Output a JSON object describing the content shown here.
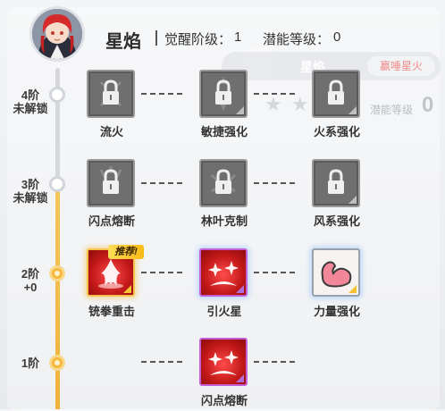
{
  "header": {
    "character_name": "星焰",
    "awakening_label": "觉醒阶级：",
    "awakening_value": "1",
    "potential_label": "潜能等级：",
    "potential_value": "0"
  },
  "background_panel": {
    "name": "星焰",
    "tag": "赢唾星火",
    "level_label": "潜能等级",
    "level_value": "0"
  },
  "tiers": [
    {
      "line1": "4阶",
      "line2": "未解锁",
      "status": "locked"
    },
    {
      "line1": "3阶",
      "line2": "未解锁",
      "status": "locked"
    },
    {
      "line1": "2阶",
      "line2": "+0",
      "status": "unlocked"
    },
    {
      "line1": "1阶",
      "line2": "",
      "status": "unlocked"
    }
  ],
  "skills": {
    "tier4": [
      "流火",
      "敏捷强化",
      "火系强化"
    ],
    "tier3": [
      "闪点熔断",
      "林叶克制",
      "风系强化"
    ],
    "tier2": [
      "铳拳重击",
      "引火星",
      "力量强化"
    ],
    "tier1": [
      "闪点熔断"
    ]
  },
  "badges": {
    "recommend": "推荐!"
  },
  "colors": {
    "gold": "#f0b13a",
    "locked_grey": "#6f6f6f",
    "skill_red": "#c01717",
    "purple_frame": "#c45fd6"
  }
}
